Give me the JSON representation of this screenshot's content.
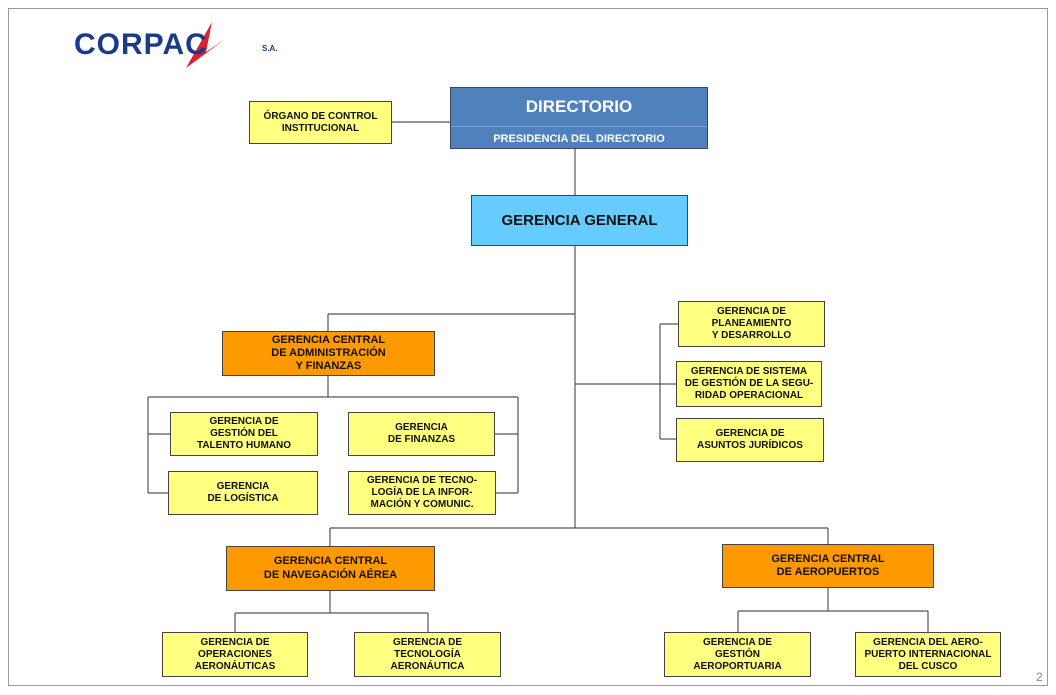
{
  "logo": {
    "text": "CORPAC",
    "suffix": "S.A."
  },
  "directorio": {
    "title": "DIRECTORIO",
    "subtitle": "PRESIDENCIA DEL DIRECTORIO"
  },
  "control": "ÓRGANO DE CONTROL\nINSTITUCIONAL",
  "gerencia_general": "GERENCIA GENERAL",
  "admin": {
    "title": "GERENCIA CENTRAL\nDE  ADMINISTRACIÓN\nY FINANZAS",
    "talento": "GERENCIA DE\nGESTIÓN DEL\nTALENTO HUMANO",
    "finanzas": "GERENCIA\nDE FINANZAS",
    "logistica": "GERENCIA\nDE LOGÍSTICA",
    "tecnologia_info": "GERENCIA DE TECNO-\nLOGÍA DE LA INFOR-\nMACIÓN Y COMUNIC."
  },
  "staff": {
    "planeamiento": "GERENCIA DE\nPLANEAMIENTO\nY DESARROLLO",
    "seguridad": "GERENCIA DE SISTEMA\nDE GESTIÓN DE LA SEGU-\nRIDAD OPERACIONAL",
    "juridicos": "GERENCIA DE\nASUNTOS JURÍDICOS"
  },
  "navegacion": {
    "title": "GERENCIA CENTRAL\nDE  NAVEGACIÓN AÉREA",
    "operaciones": "GERENCIA DE\nOPERACIONES\nAERONÁUTICAS",
    "tecnologia": "GERENCIA DE\nTECNOLOGÍA\nAERONÁUTICA"
  },
  "aeropuertos": {
    "title": "GERENCIA CENTRAL\nDE  AEROPUERTOS",
    "gestion": "GERENCIA DE\nGESTIÓN\nAEROPORTUARIA",
    "cusco": "GERENCIA DEL AERO-\nPUERTO INTERNACIONAL\nDEL CUSCO"
  },
  "page_number": "2",
  "colors": {
    "directorio": "#4f81bd",
    "gerencia_general": "#66ccff",
    "central": "#ff9900",
    "unit": "#ffff80",
    "logo": "#1a3a8a",
    "logo_accent": "#e0202a"
  }
}
